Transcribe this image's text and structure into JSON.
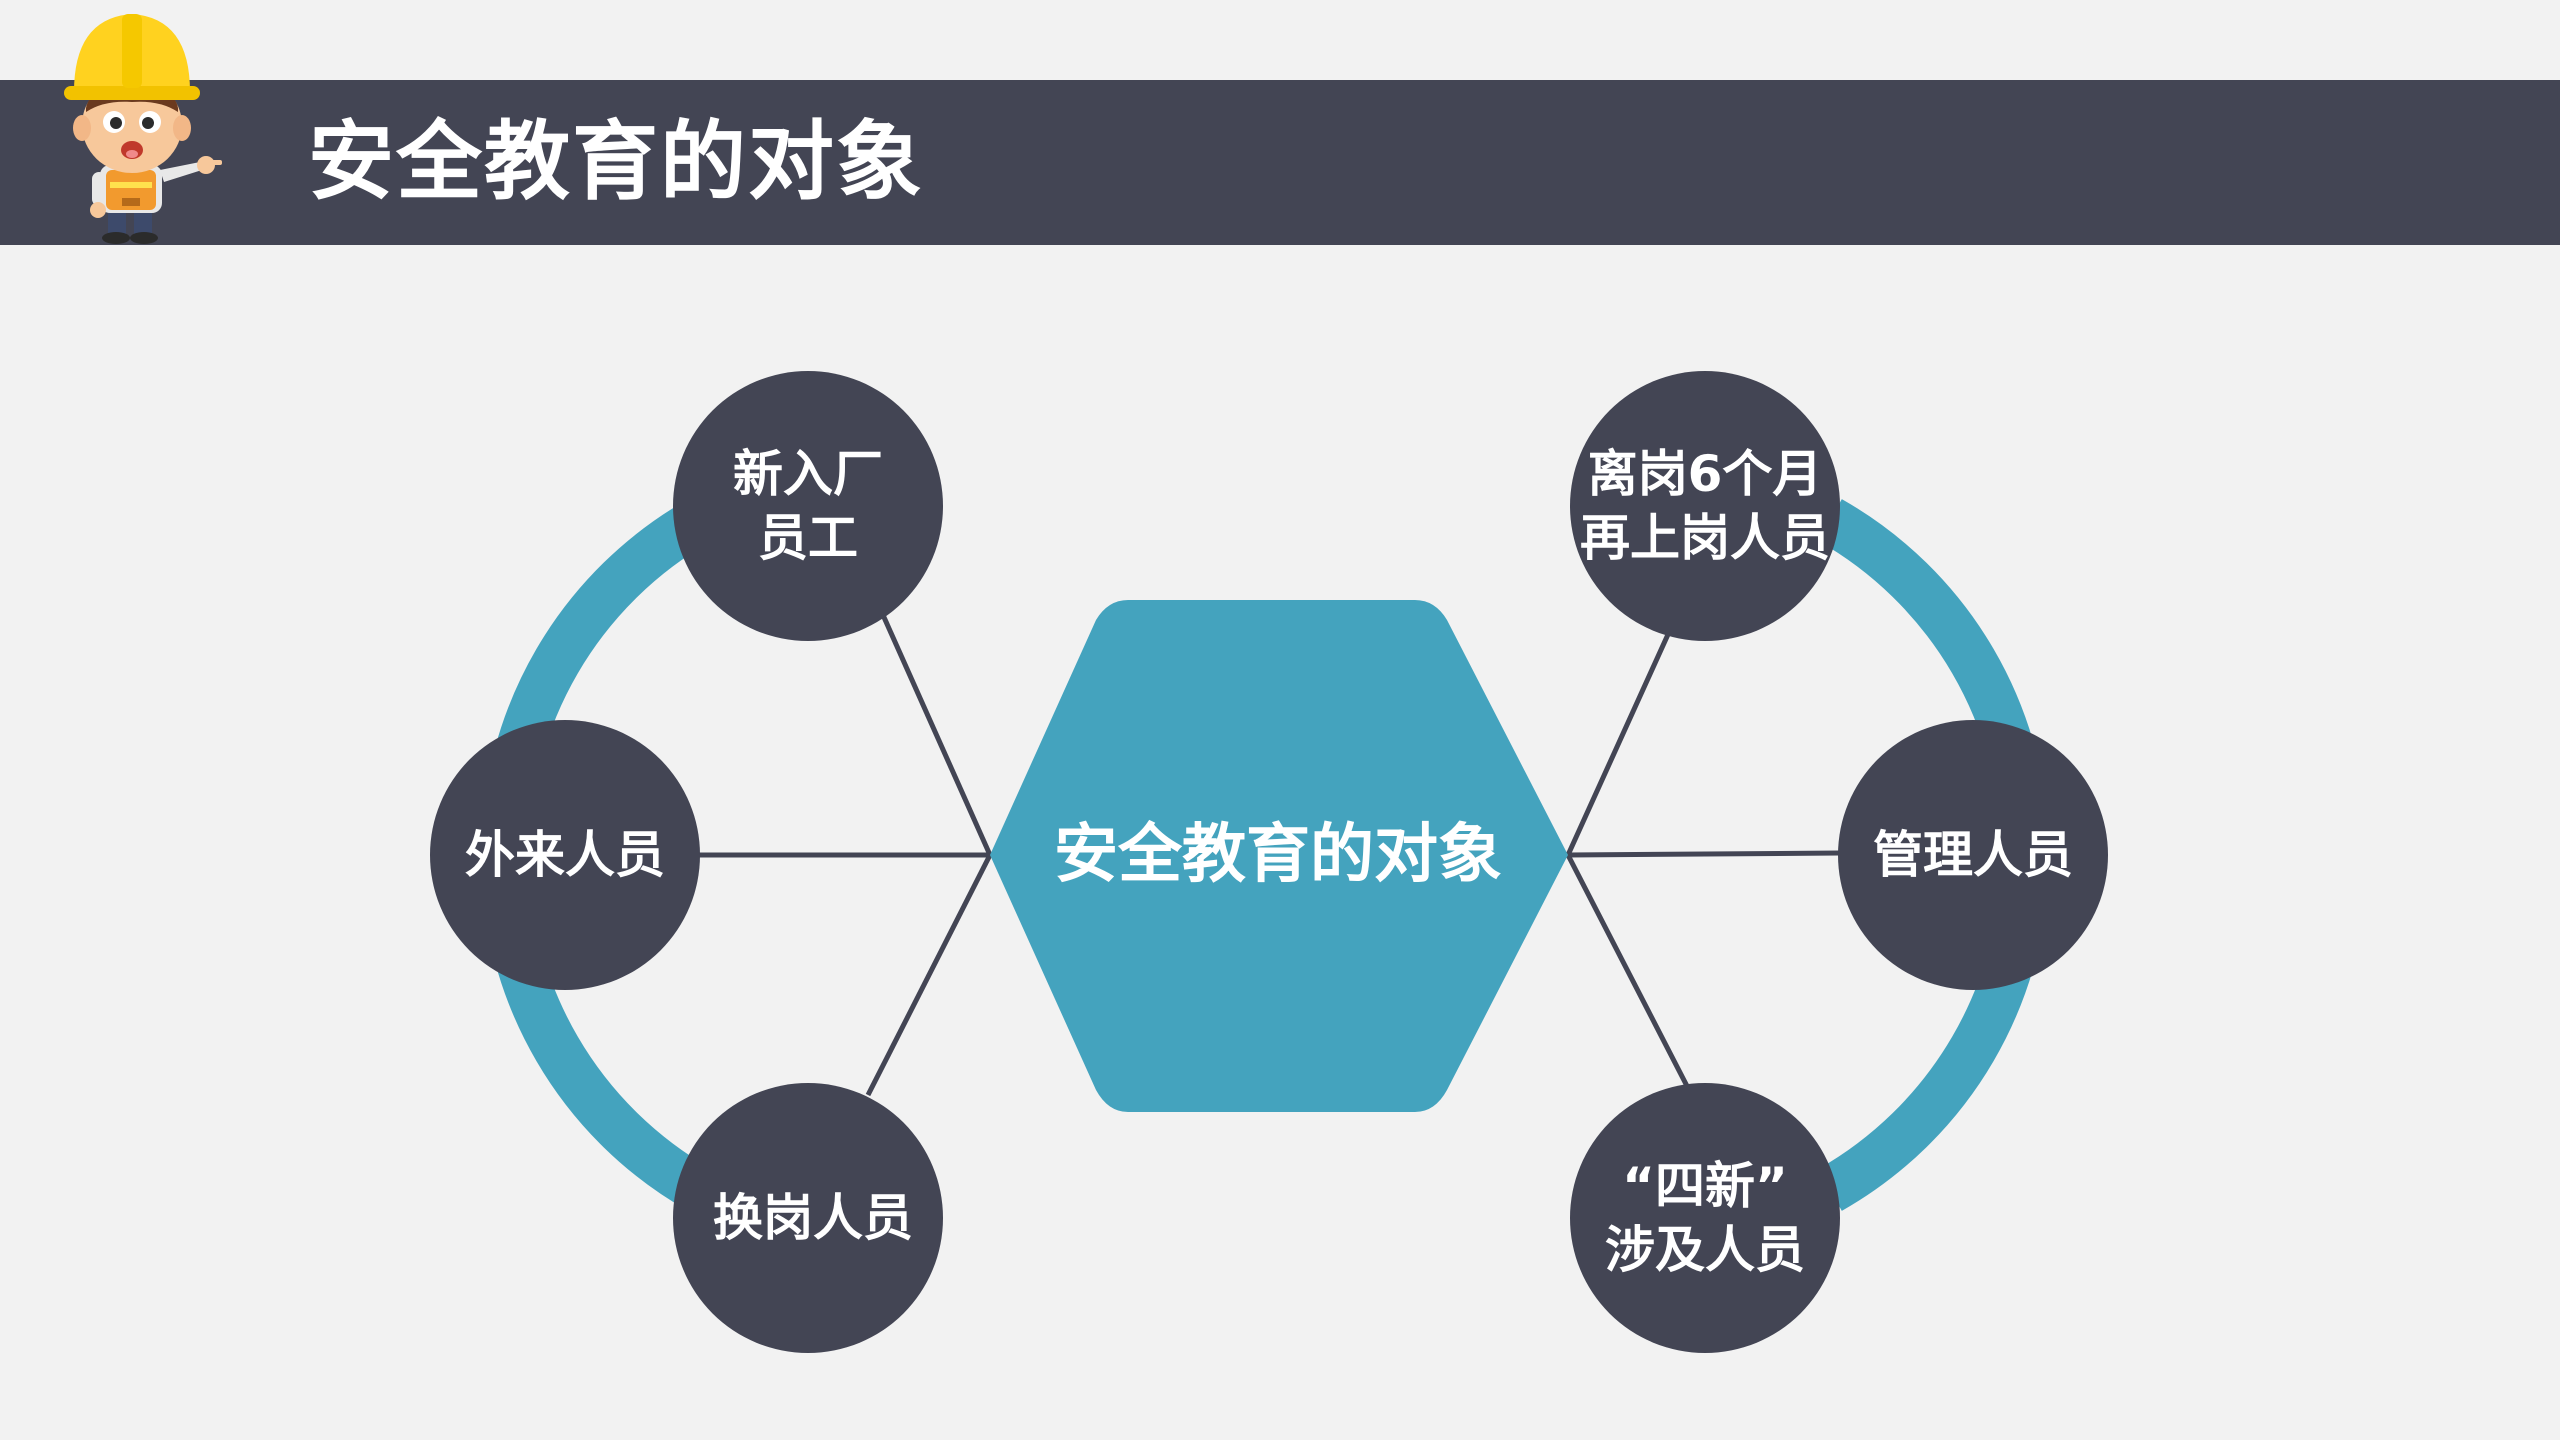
{
  "header": {
    "title": "安全教育的对象"
  },
  "diagram": {
    "hub": {
      "label": "安全教育的对象"
    },
    "nodes": [
      {
        "id": "new-employee",
        "lines": [
          "新入厂",
          "员工"
        ]
      },
      {
        "id": "visitors",
        "lines": [
          "外来人员"
        ]
      },
      {
        "id": "transfer",
        "lines": [
          "换岗人员"
        ]
      },
      {
        "id": "returning",
        "lines": [
          "离岗6个月",
          "再上岗人员"
        ]
      },
      {
        "id": "managers",
        "lines": [
          "管理人员"
        ]
      },
      {
        "id": "four-new",
        "lines": [
          "“四新”",
          "涉及人员"
        ]
      }
    ]
  },
  "colors": {
    "header_bg": "#434554",
    "node_fill": "#434554",
    "accent_teal": "#44a3be",
    "background": "#f2f2f2"
  },
  "icons": {
    "mascot": "construction-worker-mascot-icon"
  }
}
